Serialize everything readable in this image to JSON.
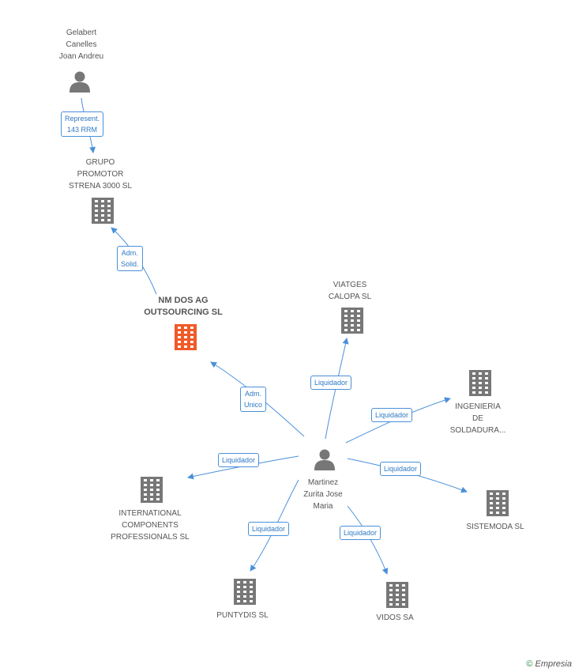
{
  "colors": {
    "edge": "#4a90d9",
    "icon": "#777777",
    "focus": "#f05a28"
  },
  "nodes": {
    "gelabert": {
      "label": "Gelabert\nCanelles\nJoan Andreu",
      "icon": "person-icon"
    },
    "grupo": {
      "label": "GRUPO\nPROMOTOR\nSTRENA 3000 SL",
      "icon": "building-icon"
    },
    "nmdos": {
      "label": "NM DOS AG\nOUTSOURCING SL",
      "icon": "building-icon"
    },
    "viatges": {
      "label": "VIATGES\nCALOPA SL",
      "icon": "building-icon"
    },
    "ingenieria": {
      "label": "INGENIERIA\nDE\nSOLDADURA...",
      "icon": "building-icon"
    },
    "martinez": {
      "label": "Martinez\nZurita Jose\nMaria",
      "icon": "person-icon"
    },
    "international": {
      "label": "INTERNATIONAL\nCOMPONENTS\nPROFESSIONALS SL",
      "icon": "building-icon"
    },
    "sistemoda": {
      "label": "SISTEMODA SL",
      "icon": "building-icon"
    },
    "puntydis": {
      "label": "PUNTYDIS SL",
      "icon": "building-icon"
    },
    "vidos": {
      "label": "VIDOS SA",
      "icon": "building-icon"
    }
  },
  "edges": {
    "e1": "Represent.\n143 RRM",
    "e2": "Adm.\nSolid.",
    "e3": "Adm.\nUnico",
    "e4": "Liquidador",
    "e5": "Liquidador",
    "e6": "Liquidador",
    "e7": "Liquidador",
    "e8": "Liquidador",
    "e9": "Liquidador"
  },
  "footer": {
    "copyright": "©",
    "brand": "Empresia"
  }
}
